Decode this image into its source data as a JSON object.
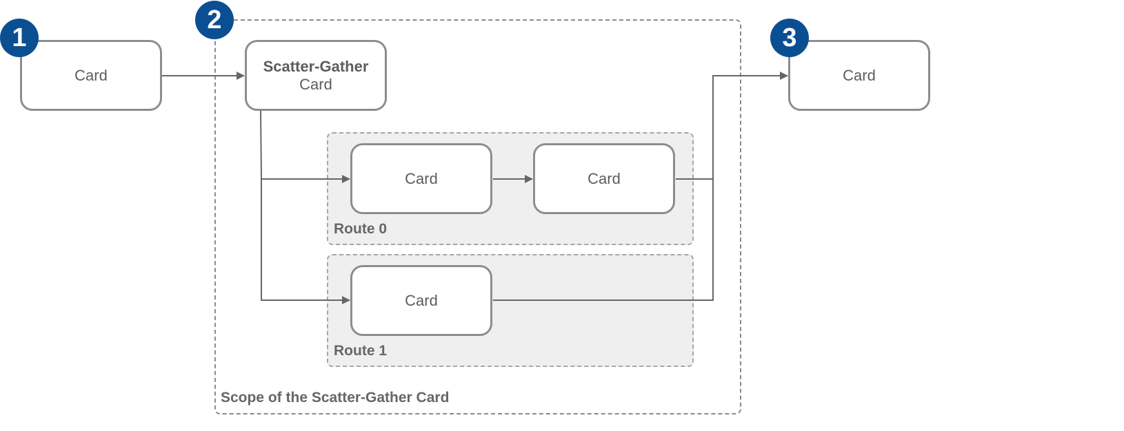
{
  "steps": {
    "one": "1",
    "two": "2",
    "three": "3"
  },
  "cards": {
    "input": "Card",
    "scatter_gather_title": "Scatter-Gather",
    "scatter_gather_sub": "Card",
    "route0_first": "Card",
    "route0_second": "Card",
    "route1_first": "Card",
    "output": "Card"
  },
  "routes": {
    "route0": "Route 0",
    "route1": "Route 1"
  },
  "scope_label": "Scope of the Scatter-Gather Card",
  "colors": {
    "badge": "#0b4f93",
    "connector": "#666666",
    "route_fill": "#efefef"
  }
}
